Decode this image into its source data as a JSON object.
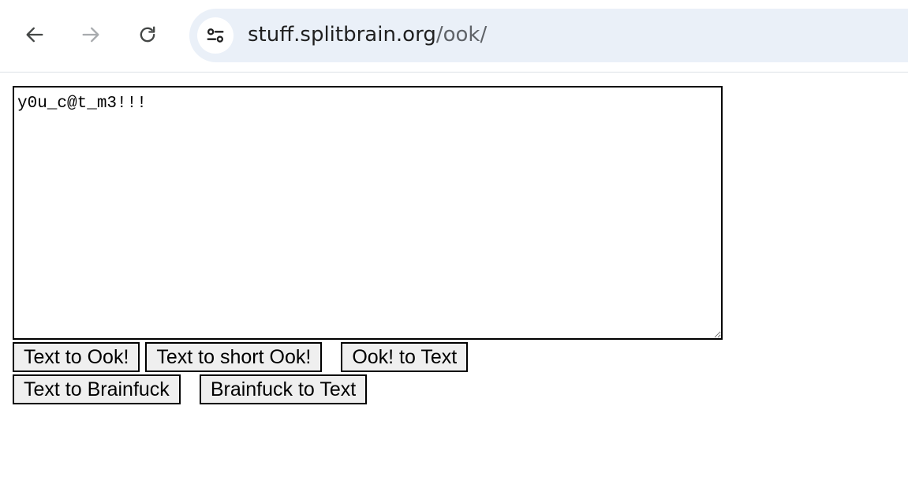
{
  "browser": {
    "url_host": "stuff.splitbrain.org",
    "url_path": "/ook/",
    "icons": {
      "back": "arrow-left-icon",
      "forward": "arrow-right-icon",
      "reload": "reload-icon",
      "site_info": "tune-icon"
    }
  },
  "page": {
    "textarea_value": "y0u_c@t_m3!!!",
    "buttons": {
      "text_to_ook": "Text to Ook!",
      "text_to_short_ook": "Text to short Ook!",
      "ook_to_text": "Ook! to Text",
      "text_to_brainfuck": "Text to Brainfuck",
      "brainfuck_to_text": "Brainfuck to Text"
    }
  }
}
